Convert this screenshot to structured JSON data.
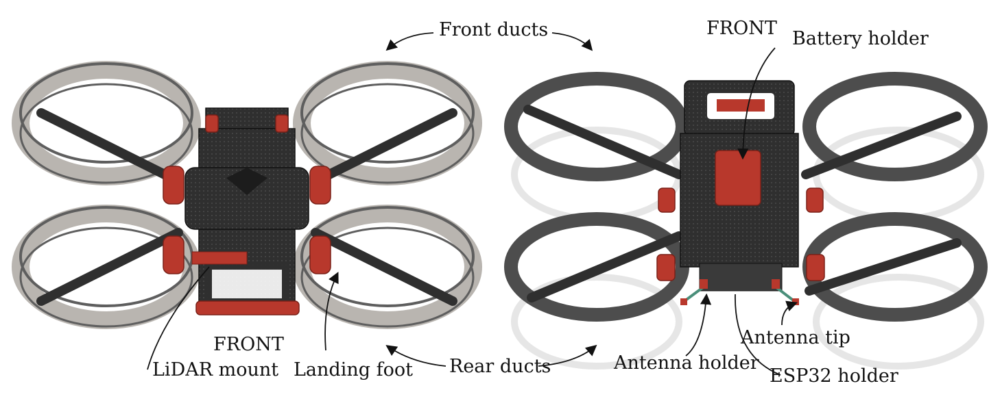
{
  "labels": {
    "front_ducts": "Front ducts",
    "rear_ducts": "Rear ducts",
    "front_left": "FRONT",
    "front_right": "FRONT",
    "lidar_mount": "LiDAR mount",
    "landing_foot": "Landing foot",
    "battery_holder": "Battery holder",
    "antenna_holder": "Antenna holder",
    "antenna_tip": "Antenna tip",
    "esp32_holder": "ESP32 holder"
  },
  "colors": {
    "duct": "#5e5e5e",
    "duct_inner": "#a7a39c",
    "carbon": "#2f2f2f",
    "red_part": "#b8382c",
    "leader": "#111111"
  }
}
